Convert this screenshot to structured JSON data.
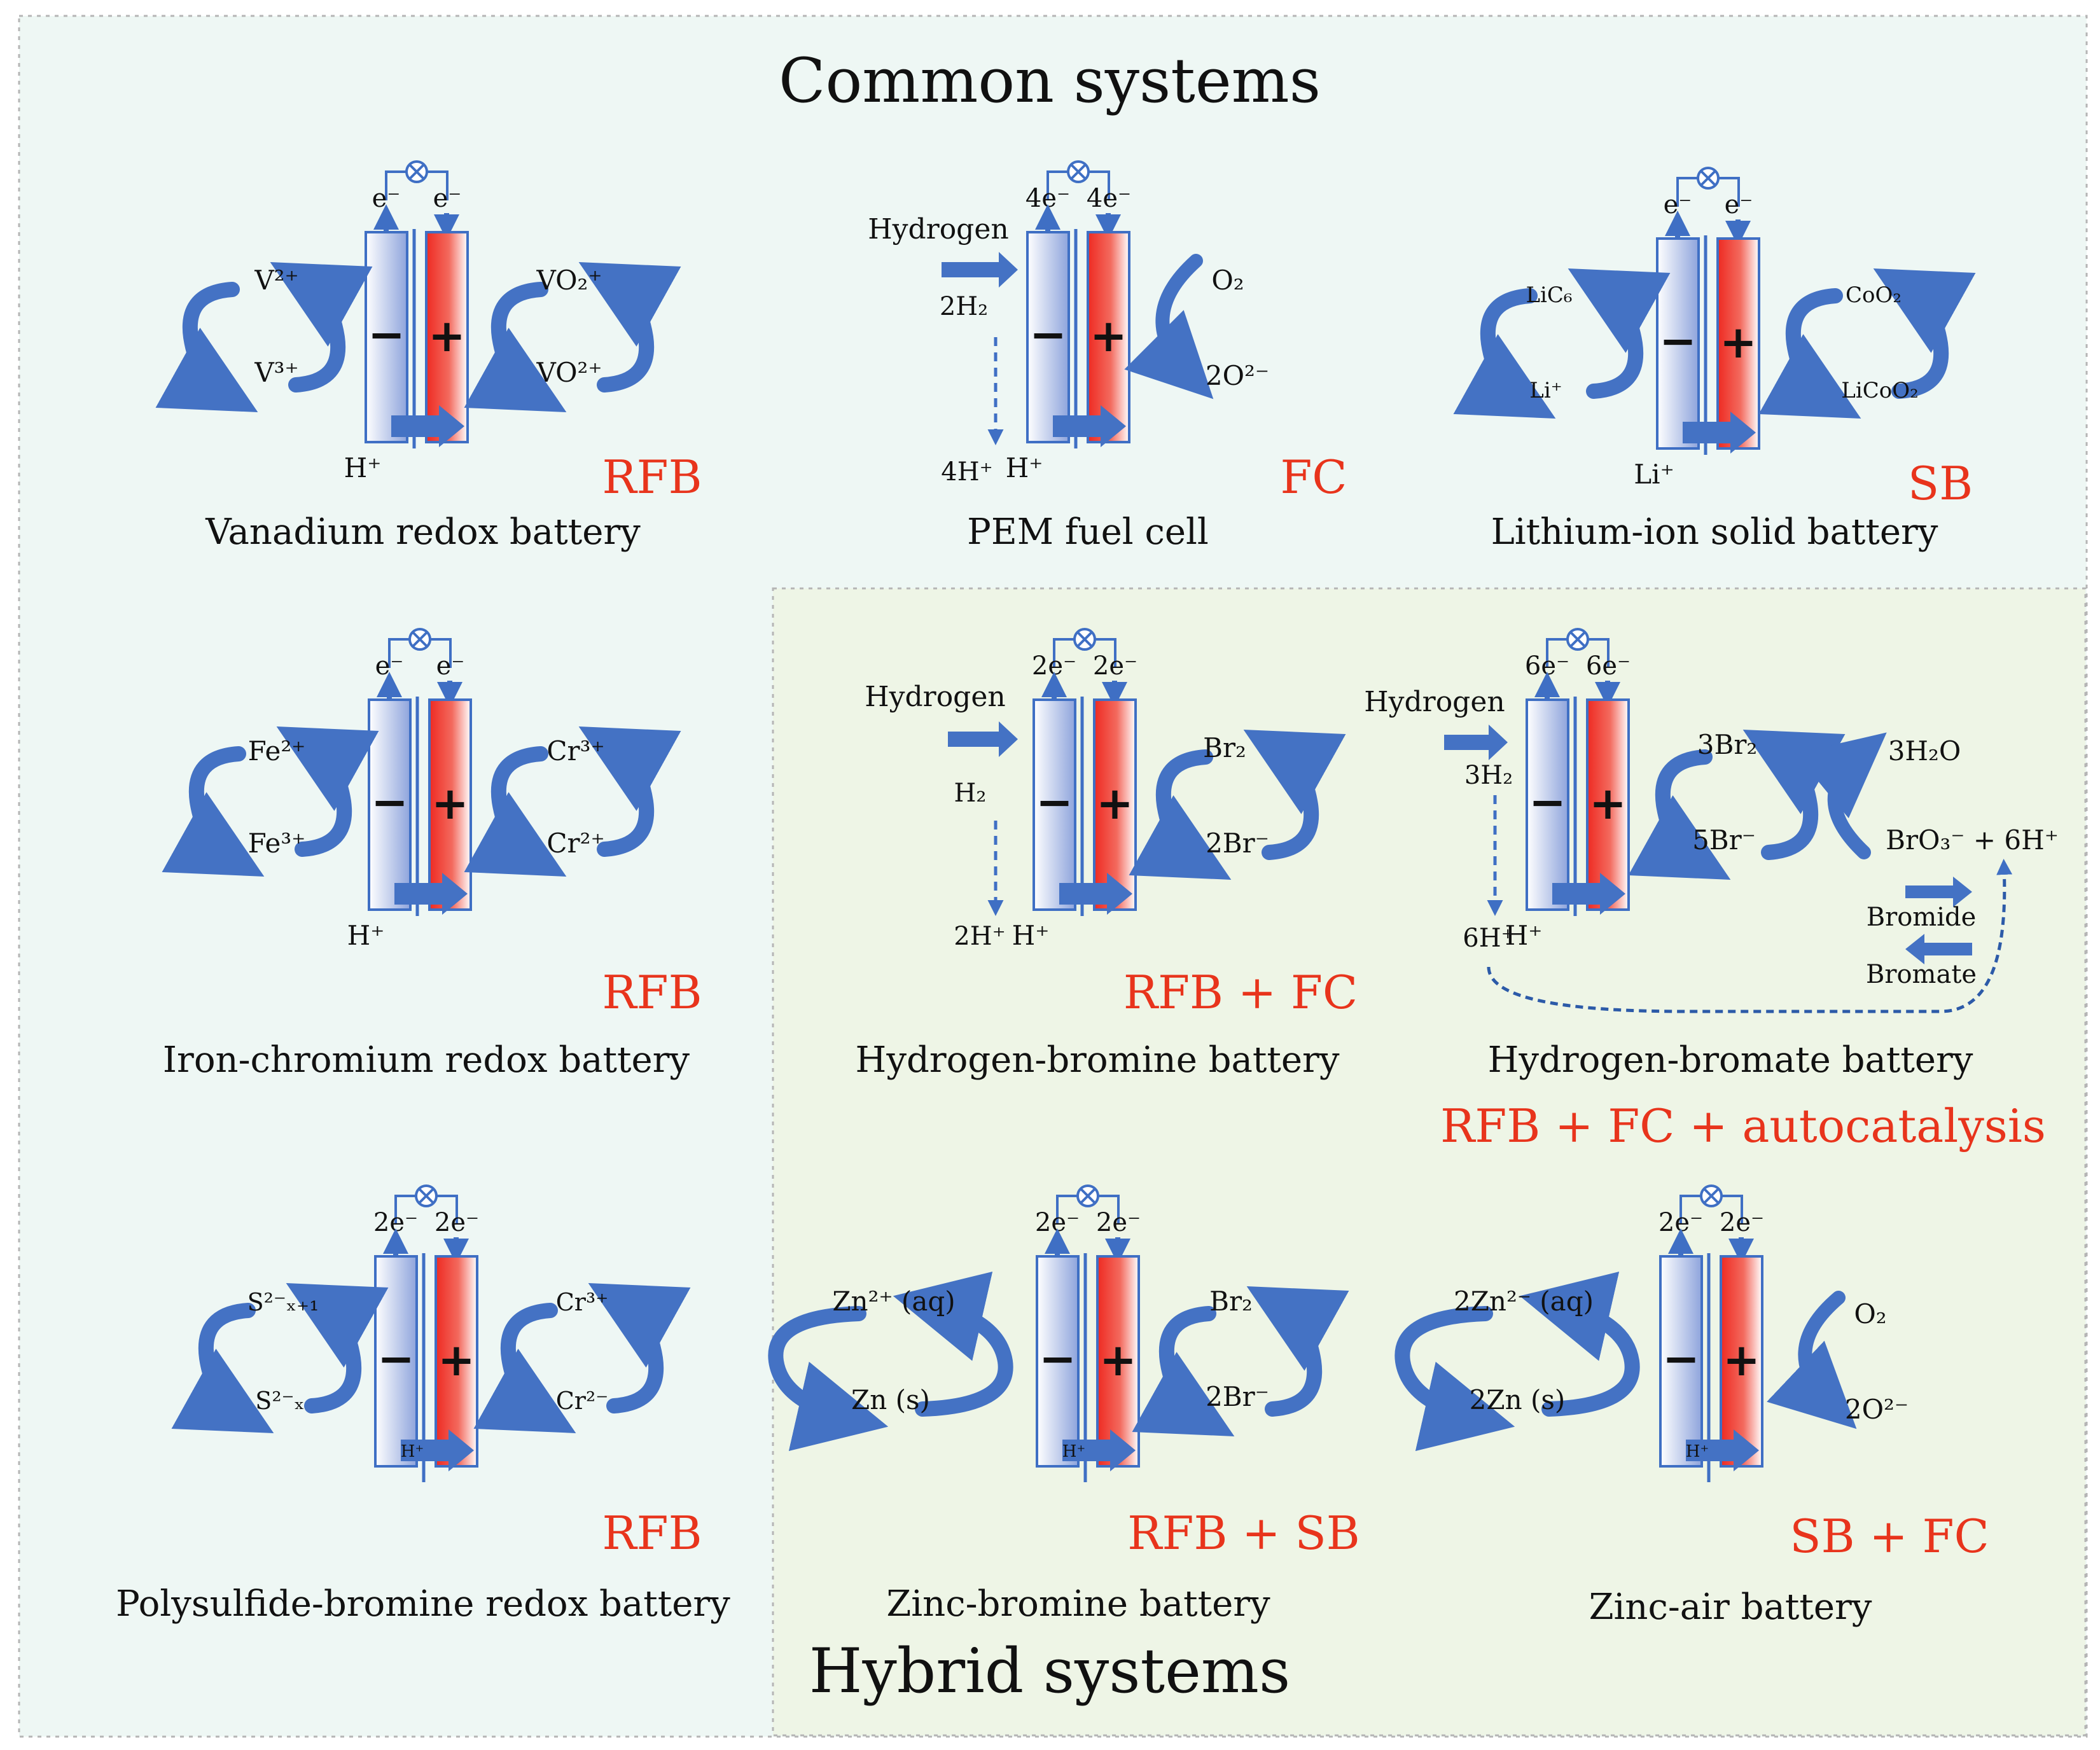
{
  "colors": {
    "common_bg": "#eef7f4",
    "hybrid_bg": "#eef5e8",
    "tag": "#e8341c",
    "arrow": "#4472c4",
    "anode": "#b7c7ea",
    "cathode": "#ee2a22"
  },
  "headers": {
    "common": "Common systems",
    "hybrid": "Hybrid systems"
  },
  "cells": [
    {
      "id": "vanadium",
      "title": "Vanadium redox battery",
      "tag": "RFB",
      "e_left": "e⁻",
      "e_right": "e⁻",
      "ion": "H⁺",
      "left_top": "V²⁺",
      "left_bottom": "V³⁺",
      "right_top": "VO₂⁺",
      "right_bottom": "VO²⁺"
    },
    {
      "id": "pem",
      "title": "PEM fuel cell",
      "tag": "FC",
      "e_left": "4e⁻",
      "e_right": "4e⁻",
      "ion": "H⁺",
      "feed": "Hydrogen",
      "feed_species": "2H₂",
      "feed_product": "4H⁺",
      "right_top": "O₂",
      "right_bottom": "2O²⁻"
    },
    {
      "id": "lithium",
      "title": "Lithium-ion solid battery",
      "tag": "SB",
      "e_left": "e⁻",
      "e_right": "e⁻",
      "ion": "Li⁺",
      "left_top": "LiC₆",
      "left_bottom": "Li⁺",
      "right_top": "CoO₂",
      "right_bottom": "LiCoO₂"
    },
    {
      "id": "ironchromium",
      "title": "Iron-chromium redox battery",
      "tag": "RFB",
      "e_left": "e⁻",
      "e_right": "e⁻",
      "ion": "H⁺",
      "left_top": "Fe²⁺",
      "left_bottom": "Fe³⁺",
      "right_top": "Cr³⁺",
      "right_bottom": "Cr²⁺"
    },
    {
      "id": "hbromine",
      "title": "Hydrogen-bromine battery",
      "tag": "RFB + FC",
      "e_left": "2e⁻",
      "e_right": "2e⁻",
      "ion": "H⁺",
      "feed": "Hydrogen",
      "feed_species": "H₂",
      "feed_product": "2H⁺",
      "right_top": "Br₂",
      "right_bottom": "2Br⁻"
    },
    {
      "id": "hbromate",
      "title": "Hydrogen-bromate battery",
      "tag": "RFB + FC + autocatalysis",
      "e_left": "6e⁻",
      "e_right": "6e⁻",
      "ion": "H⁺",
      "feed": "Hydrogen",
      "feed_species": "3H₂",
      "feed_product": "6H⁺",
      "right_top": "3Br₂",
      "right_bottom": "5Br⁻",
      "extra_top": "3H₂O",
      "extra_bottom": "BrO₃⁻ + 6H⁺",
      "bromide": "Bromide",
      "bromate": "Bromate"
    },
    {
      "id": "polysulfide",
      "title": "Polysulfide-bromine  redox battery",
      "tag": "RFB",
      "e_left": "2e⁻",
      "e_right": "2e⁻",
      "ion": "H⁺",
      "left_top": "S²⁻ₓ₊₁",
      "left_bottom": "S²⁻ₓ",
      "right_top": "Cr³⁺",
      "right_bottom": "Cr²⁻"
    },
    {
      "id": "zincbromine",
      "title": "Zinc-bromine battery",
      "tag": "RFB + SB",
      "e_left": "2e⁻",
      "e_right": "2e⁻",
      "ion": "H⁺",
      "left_top": "Zn²⁺ (aq)",
      "left_bottom": "Zn (s)",
      "right_top": "Br₂",
      "right_bottom": "2Br⁻"
    },
    {
      "id": "zincair",
      "title": "Zinc-air battery",
      "tag": "SB + FC",
      "e_left": "2e⁻",
      "e_right": "2e⁻",
      "ion": "H⁺",
      "left_top": "2Zn²⁻ (aq)",
      "left_bottom": "2Zn (s)",
      "right_top": "O₂",
      "right_bottom": "2O²⁻"
    }
  ]
}
